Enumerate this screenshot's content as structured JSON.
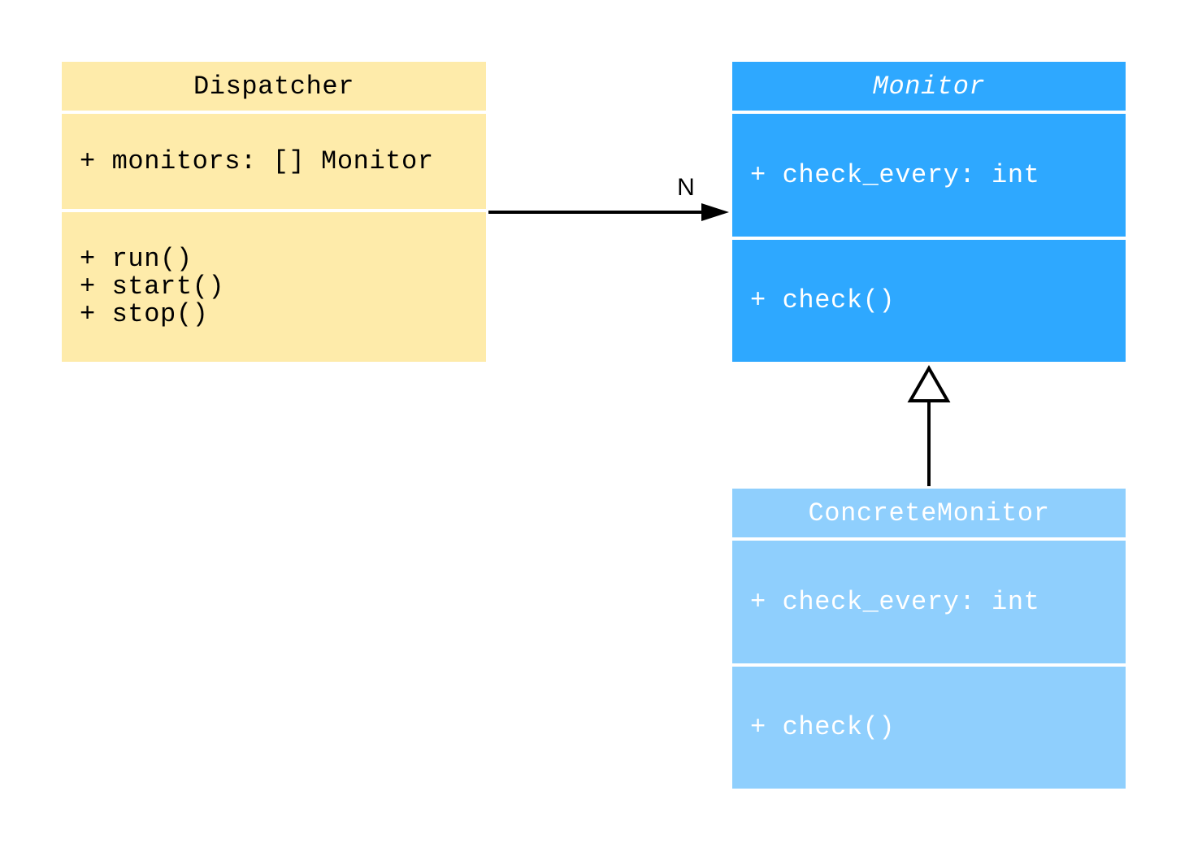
{
  "classes": {
    "dispatcher": {
      "name": "Dispatcher",
      "attributes": [
        "+ monitors: [] Monitor"
      ],
      "methods": [
        "+ run()",
        "+ start()",
        "+ stop()"
      ]
    },
    "monitor": {
      "name": "Monitor",
      "abstract": true,
      "attributes": [
        "+ check_every: int"
      ],
      "methods": [
        "+ check()"
      ]
    },
    "concrete_monitor": {
      "name": "ConcreteMonitor",
      "attributes": [
        "+ check_every: int"
      ],
      "methods": [
        "+ check()"
      ]
    }
  },
  "relations": [
    {
      "type": "association",
      "from": "Dispatcher",
      "to": "Monitor",
      "label": "N"
    },
    {
      "type": "inheritance",
      "from": "ConcreteMonitor",
      "to": "Monitor"
    }
  ],
  "colors": {
    "dispatcher": "#FEEBAA",
    "monitor": "#2EA8FF",
    "concrete_monitor": "#8FCFFD"
  }
}
